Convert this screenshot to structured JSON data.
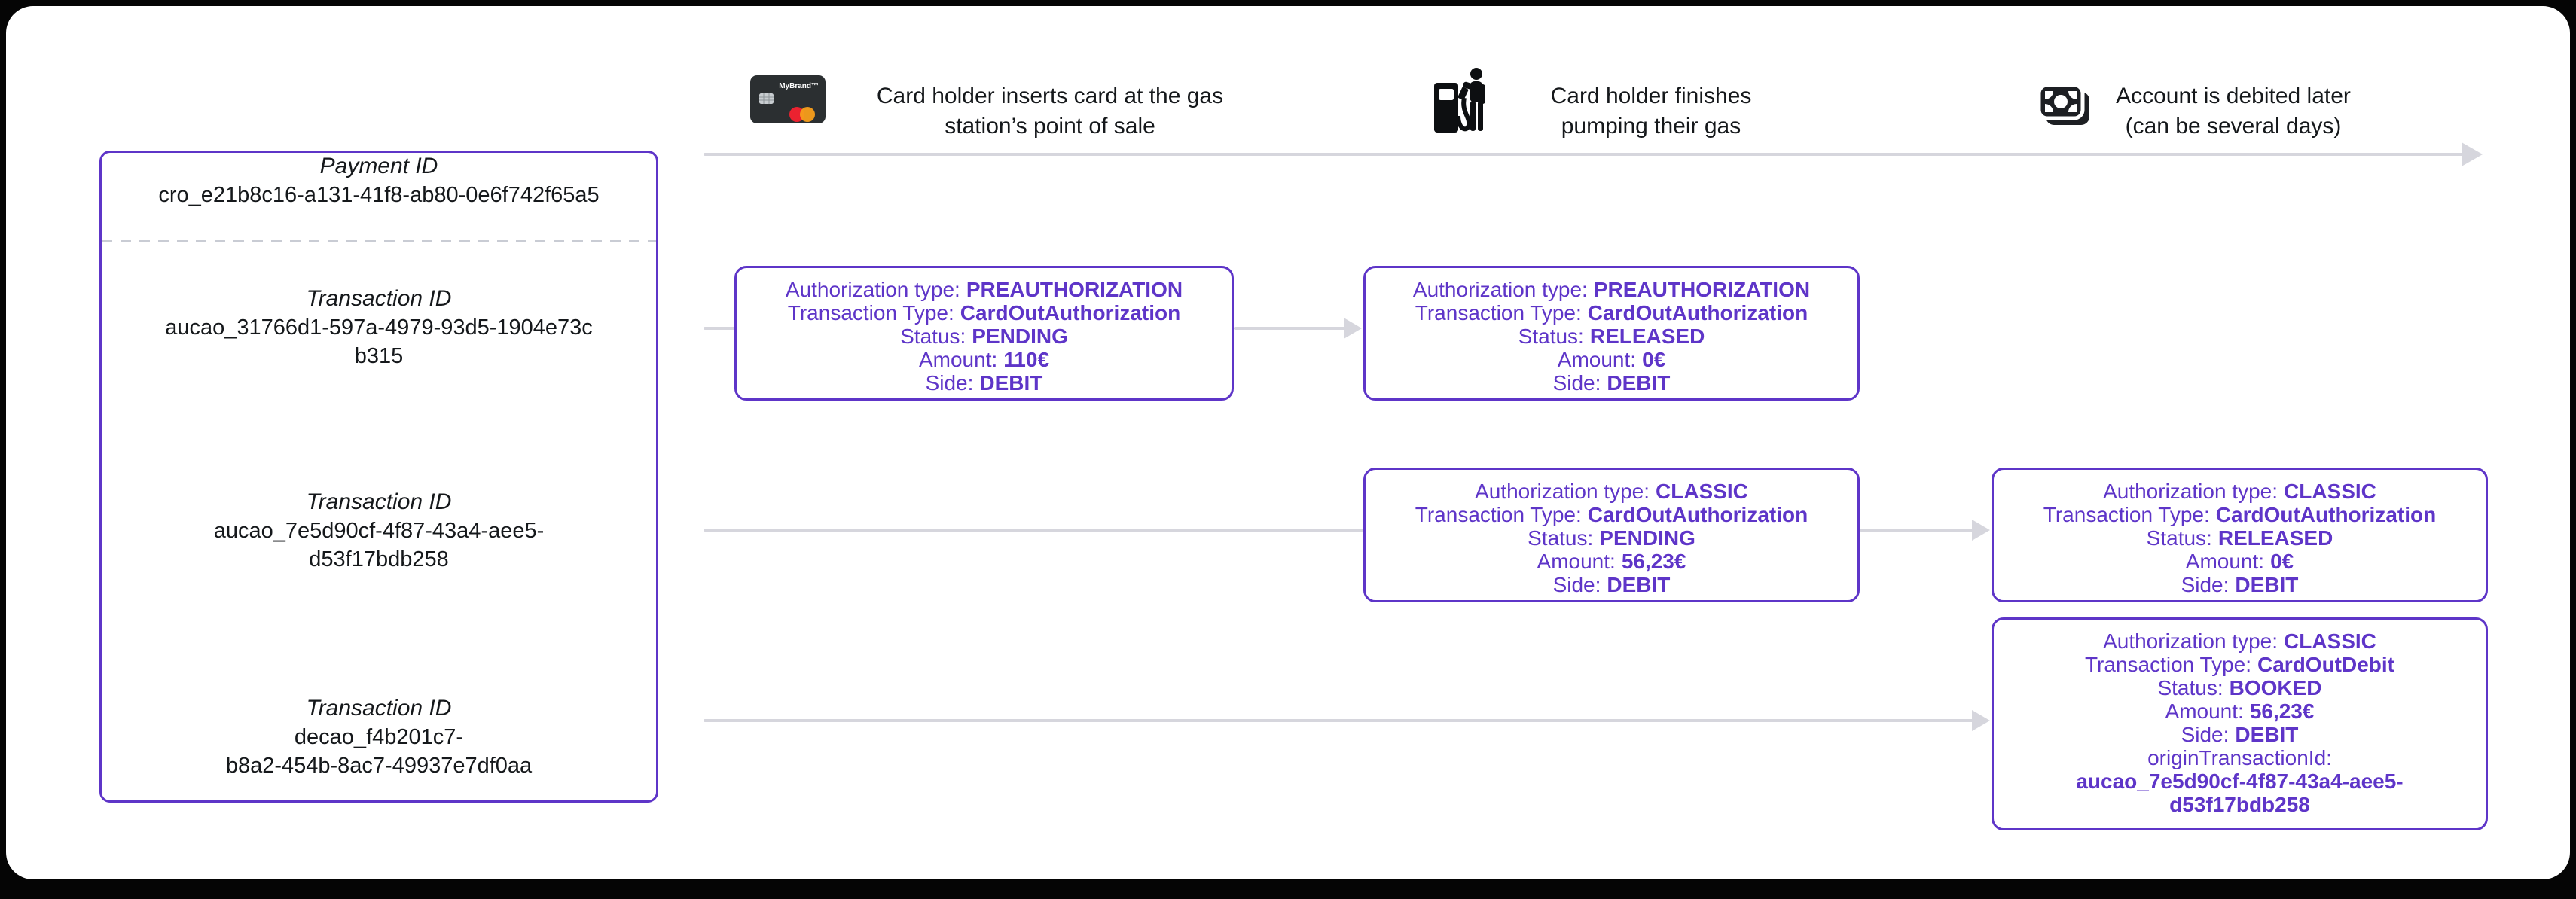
{
  "colors": {
    "accent_purple": "#5E35C8",
    "line_gray": "#D6D6DD",
    "text_black": "#15181B",
    "card_dark": "#2B2F31",
    "mastercard_red": "#EB2230",
    "mastercard_orange": "#F79E1B",
    "icon_black": "#1D1F23"
  },
  "header": {
    "steps": [
      {
        "icon": "credit-card-icon",
        "card_brand": "MyBrand™",
        "label": "Card holder inserts card at the gas\nstation’s point of sale"
      },
      {
        "icon": "gas-pump-icon",
        "label": "Card holder finishes\npumping their gas"
      },
      {
        "icon": "banknote-icon",
        "label": "Account is debited later\n(can be several days)"
      }
    ]
  },
  "panel": {
    "payment": {
      "label": "Payment ID",
      "value": "cro_e21b8c16-a131-41f8-ab80-0e6f742f65a5"
    },
    "transactions": [
      {
        "label": "Transaction ID",
        "value": "aucao_31766d1-597a-4979-93d5-1904e73c\nb315"
      },
      {
        "label": "Transaction ID",
        "value": "aucao_7e5d90cf-4f87-43a4-aee5-\nd53f17bdb258"
      },
      {
        "label": "Transaction ID",
        "value": "decao_f4b201c7-\nb8a2-454b-8ac7-49937e7df0aa"
      }
    ]
  },
  "boxes": [
    {
      "lines": [
        {
          "label": "Authorization type:",
          "value": "PREAUTHORIZATION"
        },
        {
          "label": "Transaction Type:",
          "value": "CardOutAuthorization"
        },
        {
          "label": "Status:",
          "value": "PENDING"
        },
        {
          "label": "Amount:",
          "value": "110€"
        },
        {
          "label": "Side:",
          "value": "DEBIT"
        }
      ]
    },
    {
      "lines": [
        {
          "label": "Authorization type:",
          "value": "PREAUTHORIZATION"
        },
        {
          "label": "Transaction Type:",
          "value": "CardOutAuthorization"
        },
        {
          "label": "Status:",
          "value": "RELEASED"
        },
        {
          "label": "Amount:",
          "value": "0€"
        },
        {
          "label": "Side:",
          "value": "DEBIT"
        }
      ]
    },
    {
      "lines": [
        {
          "label": "Authorization type:",
          "value": "CLASSIC"
        },
        {
          "label": "Transaction Type:",
          "value": "CardOutAuthorization"
        },
        {
          "label": "Status:",
          "value": "PENDING"
        },
        {
          "label": "Amount:",
          "value": "56,23€"
        },
        {
          "label": "Side:",
          "value": "DEBIT"
        }
      ]
    },
    {
      "lines": [
        {
          "label": "Authorization type:",
          "value": "CLASSIC"
        },
        {
          "label": "Transaction Type:",
          "value": "CardOutAuthorization"
        },
        {
          "label": "Status:",
          "value": "RELEASED"
        },
        {
          "label": "Amount:",
          "value": "0€"
        },
        {
          "label": "Side:",
          "value": "DEBIT"
        }
      ]
    },
    {
      "lines": [
        {
          "label": "Authorization type:",
          "value": "CLASSIC"
        },
        {
          "label": "Transaction Type:",
          "value": "CardOutDebit"
        },
        {
          "label": "Status:",
          "value": "BOOKED"
        },
        {
          "label": "Amount:",
          "value": "56,23€"
        },
        {
          "label": "Side:",
          "value": "DEBIT"
        }
      ],
      "origin": {
        "label": "originTransactionId:",
        "value": "aucao_7e5d90cf-4f87-43a4-aee5-\nd53f17bdb258"
      }
    }
  ]
}
